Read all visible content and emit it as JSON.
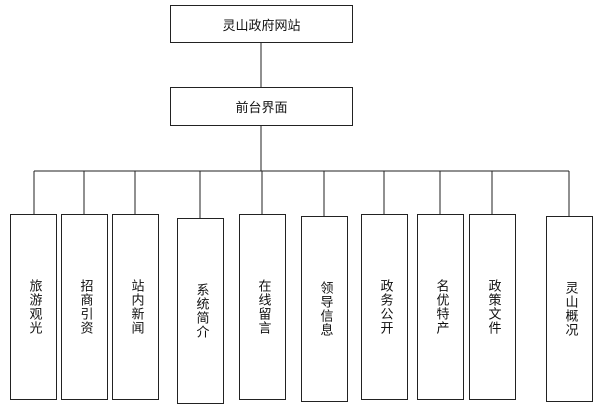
{
  "root": {
    "label": "灵山政府网站"
  },
  "mid": {
    "label": "前台界面"
  },
  "leaves": [
    {
      "label": "旅游观光"
    },
    {
      "label": "招商引资"
    },
    {
      "label": "站内新闻"
    },
    {
      "label": "系统简介"
    },
    {
      "label": "在线留言"
    },
    {
      "label": "领导信息"
    },
    {
      "label": "政务公开"
    },
    {
      "label": "名优特产"
    },
    {
      "label": "政策文件"
    },
    {
      "label": "灵山概况"
    }
  ],
  "colors": {
    "line": "#222222",
    "background": "#ffffff"
  }
}
